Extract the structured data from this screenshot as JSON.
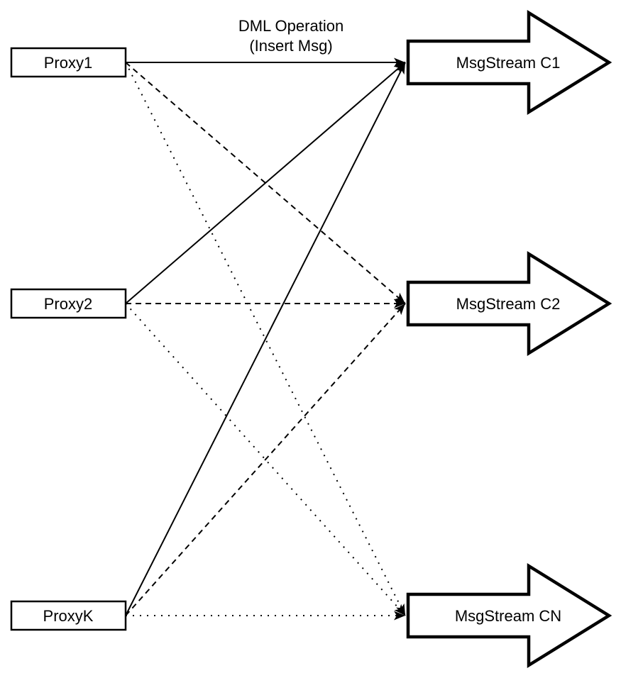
{
  "diagram": {
    "title": {
      "line1": "DML Operation",
      "line2": "(Insert Msg)"
    },
    "proxies": [
      {
        "id": "proxy1",
        "label": "Proxy1"
      },
      {
        "id": "proxy2",
        "label": "Proxy2"
      },
      {
        "id": "proxyk",
        "label": "ProxyK"
      }
    ],
    "streams": [
      {
        "id": "c1",
        "label": "MsgStream C1"
      },
      {
        "id": "c2",
        "label": "MsgStream C2"
      },
      {
        "id": "cn",
        "label": "MsgStream CN"
      }
    ],
    "edges": [
      {
        "from": "proxy1",
        "to": "c1",
        "line_style": "solid"
      },
      {
        "from": "proxy1",
        "to": "c2",
        "line_style": "dashed"
      },
      {
        "from": "proxy1",
        "to": "cn",
        "line_style": "dotted"
      },
      {
        "from": "proxy2",
        "to": "c1",
        "line_style": "solid"
      },
      {
        "from": "proxy2",
        "to": "c2",
        "line_style": "dashed"
      },
      {
        "from": "proxy2",
        "to": "cn",
        "line_style": "dotted"
      },
      {
        "from": "proxyk",
        "to": "c1",
        "line_style": "solid"
      },
      {
        "from": "proxyk",
        "to": "c2",
        "line_style": "dashed"
      },
      {
        "from": "proxyk",
        "to": "cn",
        "line_style": "dotted"
      }
    ],
    "colors": {
      "stroke": "#000000",
      "node_fill": "#ffffff",
      "background": "#ffffff"
    }
  }
}
